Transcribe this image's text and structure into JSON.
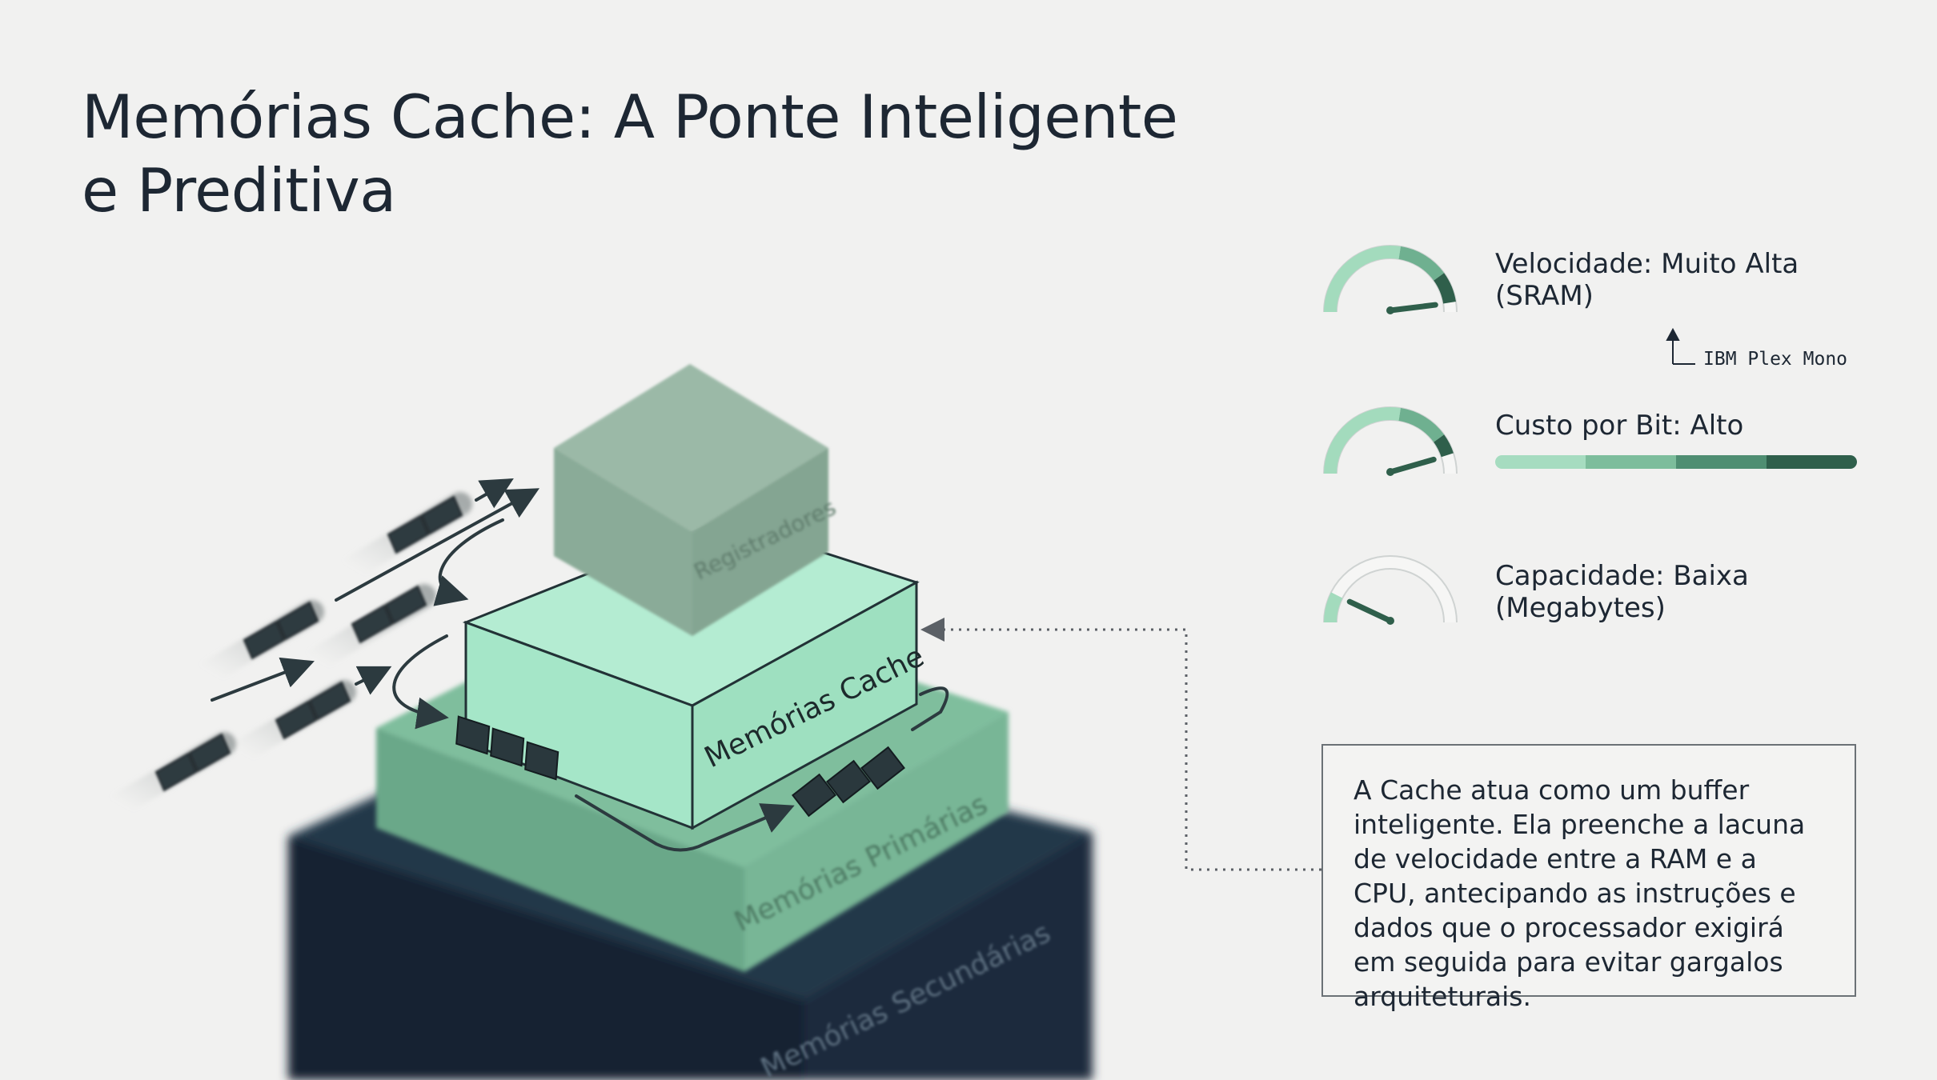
{
  "title": {
    "line1": "Memórias Cache: A Ponte Inteligente",
    "line2": "e Preditiva"
  },
  "pyramid": {
    "top_label": "Registradores",
    "cache_label": "Memórias Cache",
    "primary_label": "Memórias Primárias",
    "secondary_label": "Memórias Secundárias"
  },
  "metrics": [
    {
      "line1": "Velocidade: Muito Alta",
      "line2": "(SRAM)",
      "level": 0.95
    },
    {
      "line1": "Custo por Bit: Alto",
      "line2": "",
      "level": 0.9
    },
    {
      "line1": "Capacidade: Baixa",
      "line2": "(Megabytes)",
      "level": 0.15
    }
  ],
  "font_note": "IBM Plex Mono",
  "description": "A Cache atua como um buffer inteligente. Ela preenche a lacuna de velocidade entre a RAM e a CPU, antecipando as instruções e dados que o processador exigirá em seguida para evitar gargalos arquiteturais.",
  "colors": {
    "background": "#f1f1f0",
    "cache": "#a5e6c8",
    "cache_side": "#93dcb9",
    "registers": "#8aab98",
    "primary": "#6fae8e",
    "secondary": "#142233",
    "dark_accent": "#2f4a40",
    "gauge_light": "#a3dbbd",
    "gauge_mid": "#6fb090",
    "gauge_dark": "#2f5f4b",
    "text": "#1d2733"
  }
}
